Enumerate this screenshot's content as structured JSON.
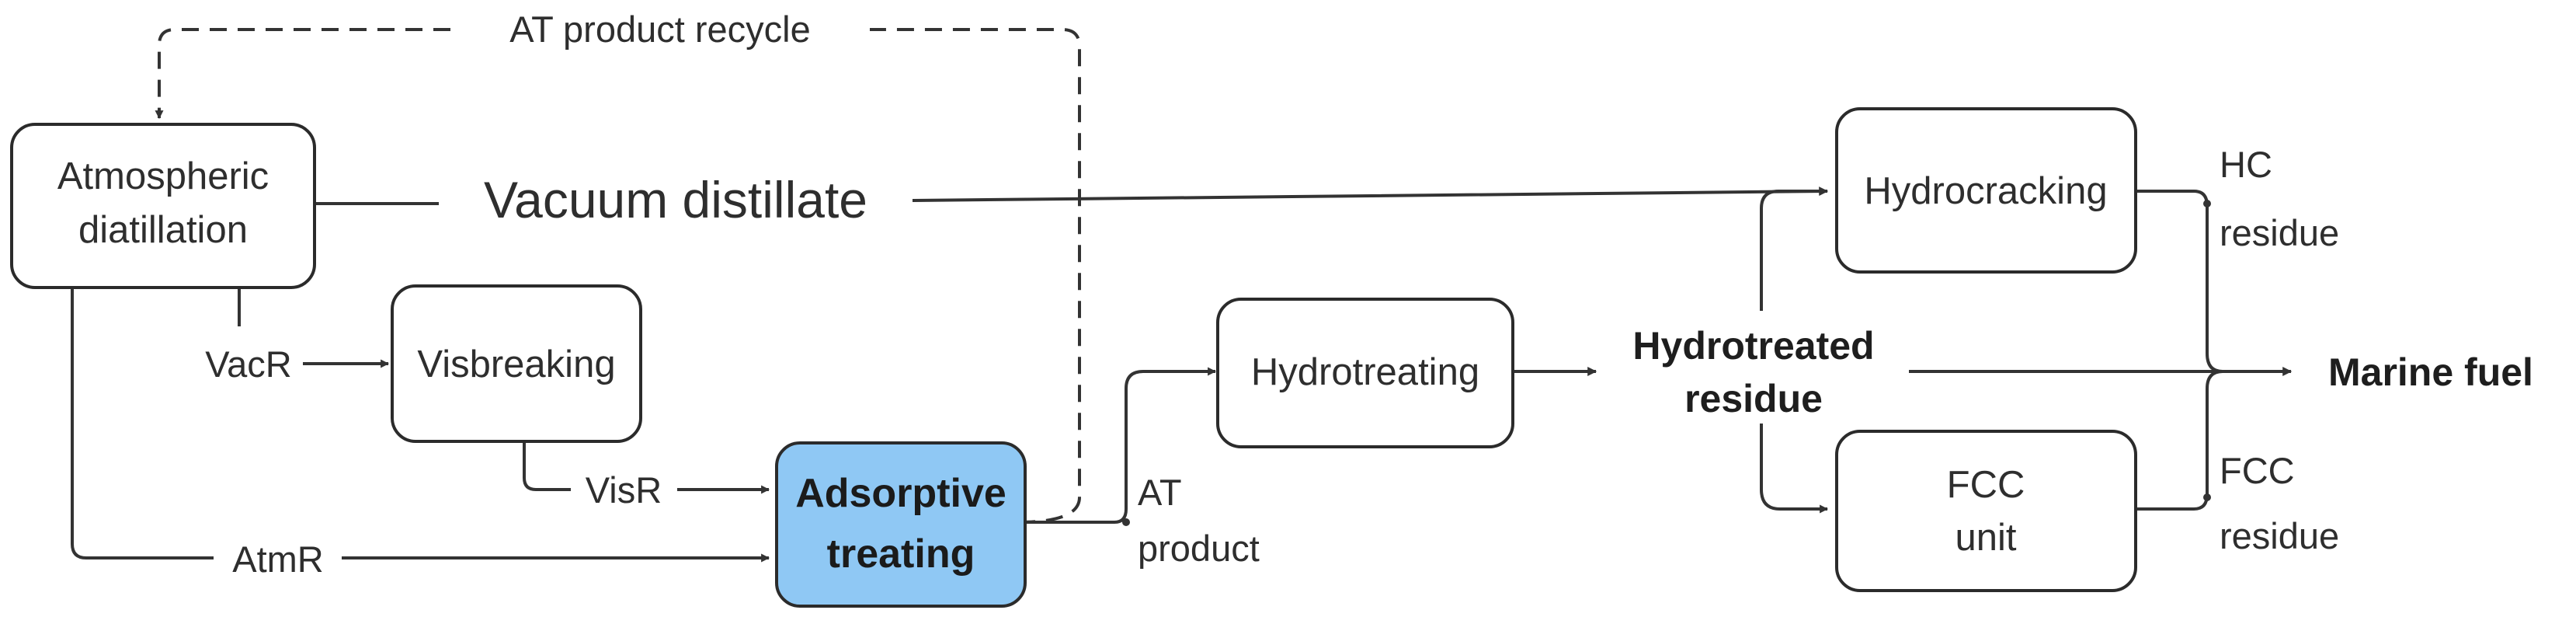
{
  "nodes": {
    "atmospheric": {
      "line1": "Atmospheric",
      "line2": "diatillation"
    },
    "visbreaking": {
      "label": "Visbreaking"
    },
    "adsorptive": {
      "line1": "Adsorptive",
      "line2": "treating",
      "fill": "#8fc8f4"
    },
    "hydrotreating": {
      "label": "Hydrotreating"
    },
    "hydrocracking": {
      "label": "Hydrocracking"
    },
    "fcc": {
      "line1": "FCC",
      "line2": "unit"
    }
  },
  "labels": {
    "recycle": "AT product recycle",
    "vacuum_distillate": "Vacuum distillate",
    "vacr": "VacR",
    "visr": "VisR",
    "atmr": "AtmR",
    "at_product_1": "AT",
    "at_product_2": "product",
    "hydrotreated_1": "Hydrotreated",
    "hydrotreated_2": "residue",
    "hc_residue_1": "HC",
    "hc_residue_2": "residue",
    "fcc_residue_1": "FCC",
    "fcc_residue_2": "residue",
    "marine_fuel": "Marine fuel"
  }
}
